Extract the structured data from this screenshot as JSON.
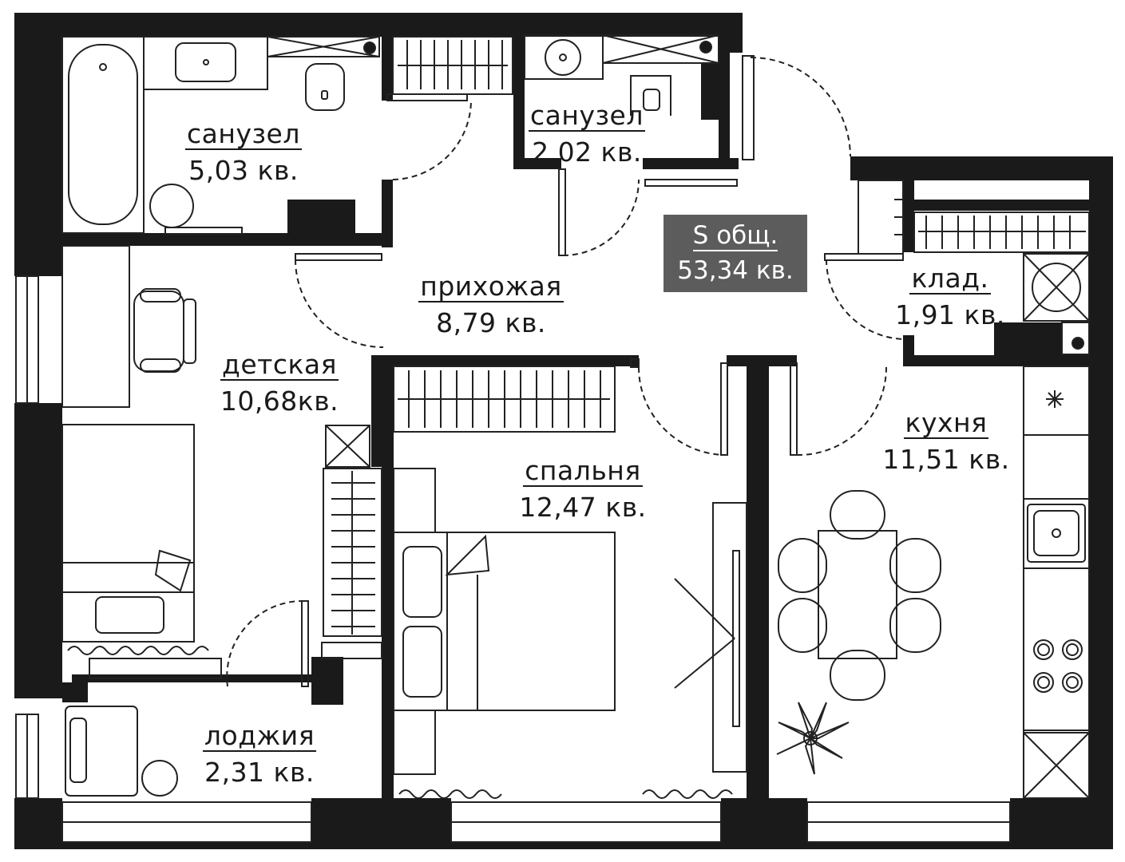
{
  "rooms": {
    "bath_main": {
      "name": "санузел",
      "area": "5,03 кв."
    },
    "bath_small": {
      "name": "санузел",
      "area": "2,02 кв."
    },
    "hall": {
      "name": "прихожая",
      "area": "8,79 кв."
    },
    "kids": {
      "name": "детская",
      "area": "10,68кв."
    },
    "bedroom": {
      "name": "спальня",
      "area": "12,47 кв."
    },
    "storage": {
      "name": "клад.",
      "area": "1,91 кв."
    },
    "kitchen": {
      "name": "кухня",
      "area": "11,51 кв."
    },
    "loggia": {
      "name": "лоджия",
      "area": "2,31 кв."
    }
  },
  "total": {
    "name": "S общ.",
    "area": "53,34 кв."
  },
  "colors": {
    "wall": "#1a1a1a",
    "badge": "#5c5c5c",
    "line": "#222222"
  }
}
